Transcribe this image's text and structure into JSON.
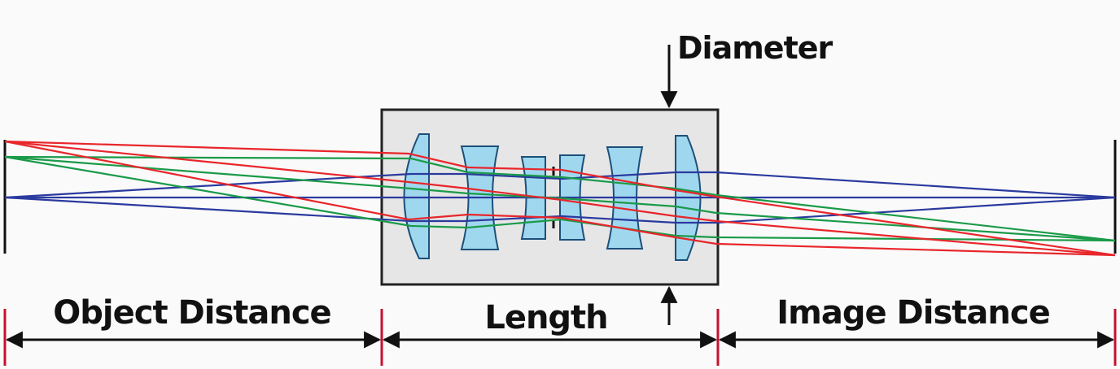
{
  "labels": {
    "diameter": "Diameter",
    "object_distance": "Object Distance",
    "length": "Length",
    "image_distance": "Image Distance"
  },
  "colors": {
    "background": "#fafafa",
    "lens_box_fill": "#e6e6e6",
    "lens_box_stroke": "#222222",
    "lens_element_fill": "#9fd8ee",
    "lens_element_stroke": "#1d4f7a",
    "ray_red": "#e8262b",
    "ray_green": "#1a9a48",
    "ray_blue": "#2a3a9e",
    "dimension_line": "#111111",
    "tick_marks": "#c8102e",
    "object_image_plane": "#111111"
  }
}
